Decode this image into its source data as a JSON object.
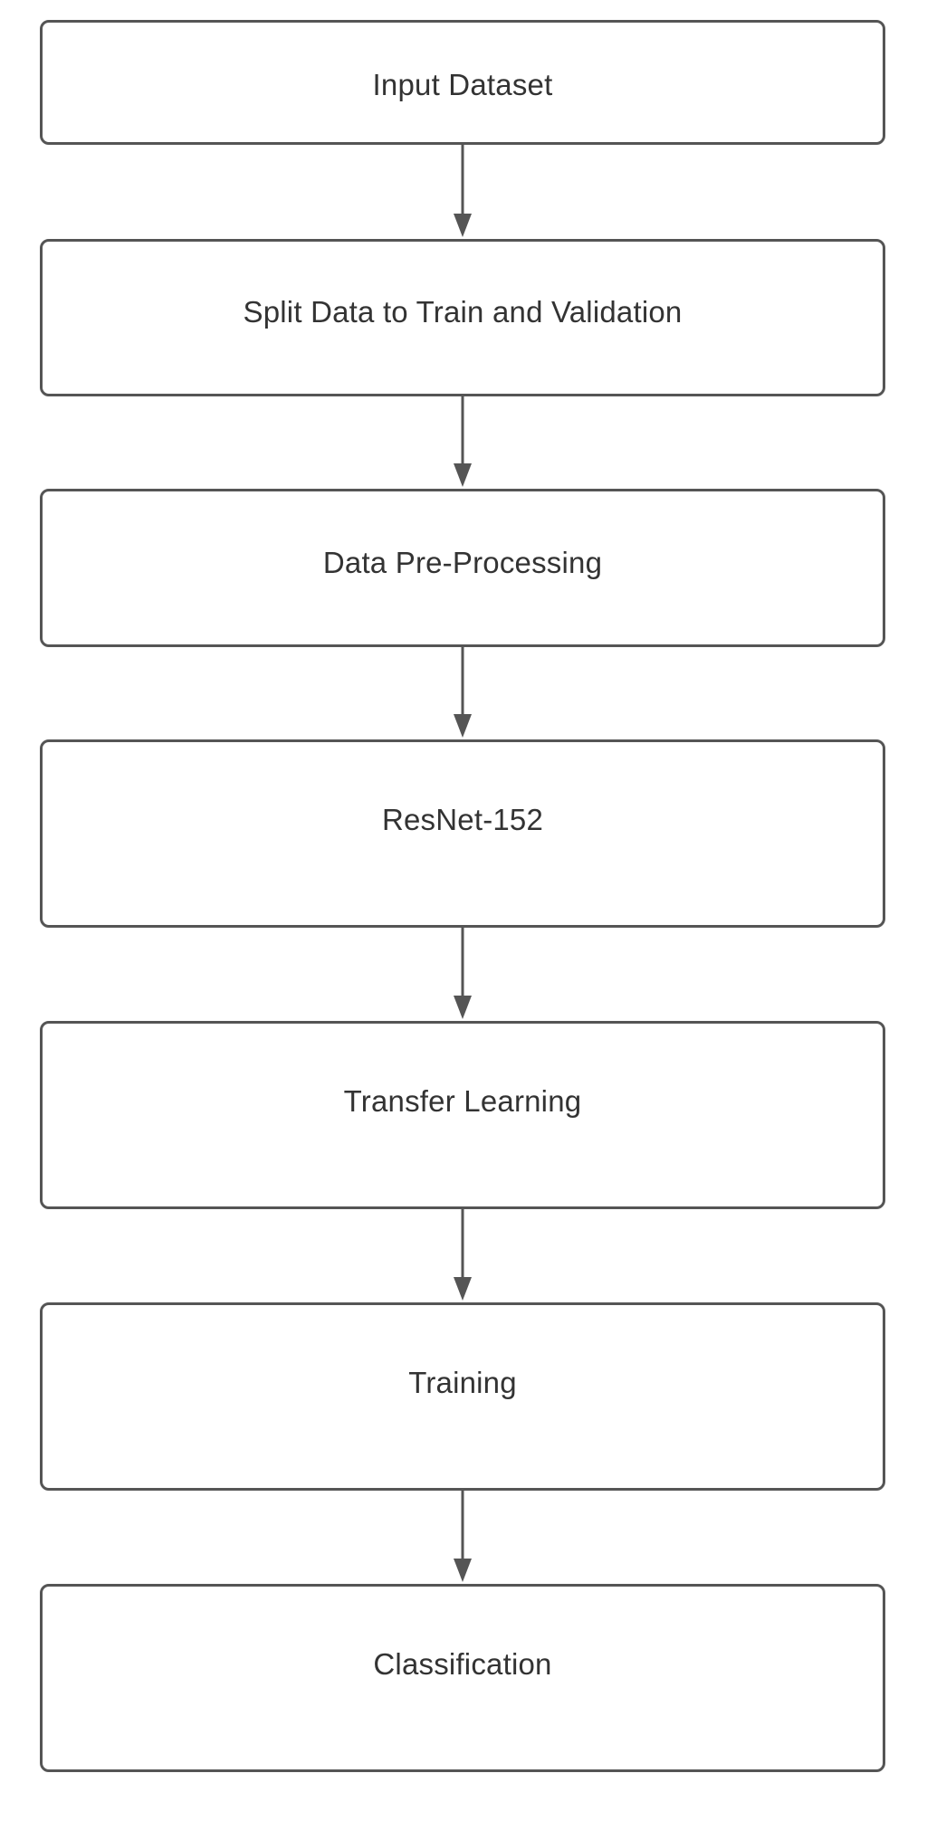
{
  "flowchart": {
    "steps": [
      {
        "label": "Input Dataset"
      },
      {
        "label": "Split Data to Train and Validation"
      },
      {
        "label": "Data Pre-Processing"
      },
      {
        "label": "ResNet-152"
      },
      {
        "label": "Transfer Learning"
      },
      {
        "label": "Training"
      },
      {
        "label": "Classification"
      }
    ]
  },
  "colors": {
    "border": "#555555",
    "text": "#333333",
    "arrow": "#555555",
    "background": "#ffffff"
  }
}
